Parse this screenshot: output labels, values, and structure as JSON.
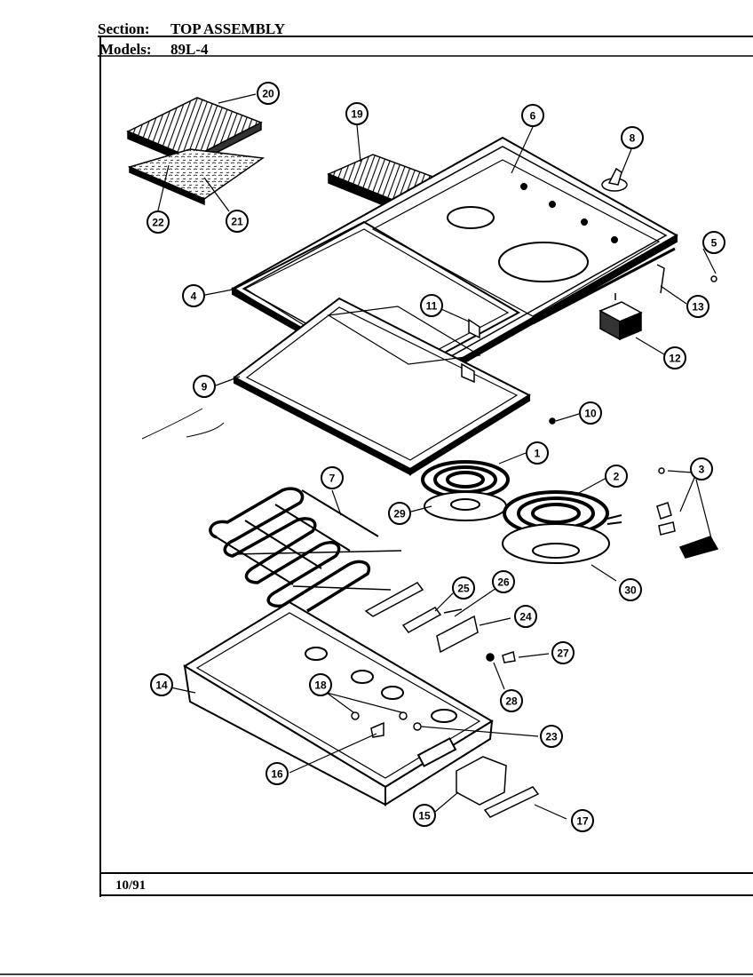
{
  "header": {
    "section_label": "Section:",
    "section_value": "TOP ASSEMBLY",
    "models_label": "Models:",
    "models_value": "89L-4"
  },
  "footer": {
    "date": "10/91"
  },
  "callouts": [
    "1",
    "2",
    "3",
    "4",
    "5",
    "6",
    "7",
    "8",
    "9",
    "10",
    "11",
    "12",
    "13",
    "14",
    "15",
    "16",
    "17",
    "18",
    "19",
    "20",
    "21",
    "22",
    "23",
    "24",
    "25",
    "26",
    "27",
    "28",
    "29",
    "30"
  ]
}
